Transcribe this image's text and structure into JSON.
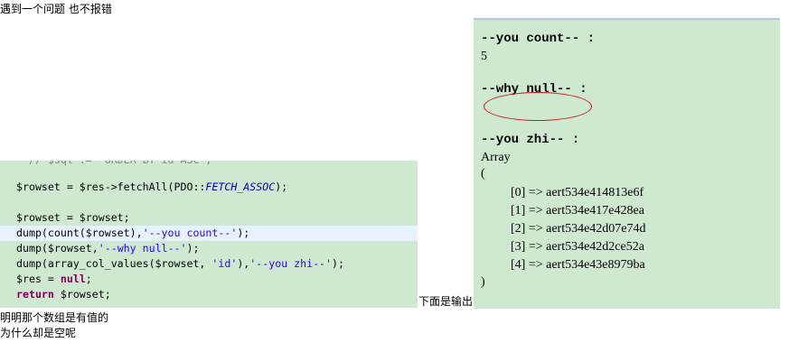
{
  "post": {
    "intro": "遇到一个问题 也不报错",
    "caption_below": "下面是输出",
    "note_line1": "明明那个数组是有值的",
    "note_line2": "为什么却是空呢"
  },
  "code": {
    "cut_line": "  // $sql .= \"ORDER BY id ASC\";",
    "lines": [
      "$rowset = $res->fetchAll(PDO::FETCH_ASSOC);",
      "",
      "$rowset = $rowset;",
      "dump(count($rowset),'--you count--');",
      "dump($rowset,'--why null--');",
      "dump(array_col_values($rowset, 'id'),'--you zhi--');",
      "$res = null;",
      "return $rowset;"
    ],
    "fetch_constant": "FETCH_ASSOC"
  },
  "output": {
    "count_label": "--you count-- :",
    "count_value": "5",
    "null_label": "--why null-- :",
    "zhi_label": "--you zhi-- :",
    "array_word": "Array",
    "open_paren": "(",
    "close_paren": ")",
    "items": [
      "[0] => aert534e414813e6f",
      "[1] => aert534e417e428ea",
      "[2] => aert534e42d07e74d",
      "[3] => aert534e42d2ce52a",
      "[4] => aert534e43e8979ba"
    ]
  },
  "colors": {
    "panel_bg": "#cfe8d0",
    "highlight_line": "#e8f2ff",
    "ellipse": "#cc1a1a",
    "keyword": "#7f0055",
    "string": "#2a00ff"
  }
}
